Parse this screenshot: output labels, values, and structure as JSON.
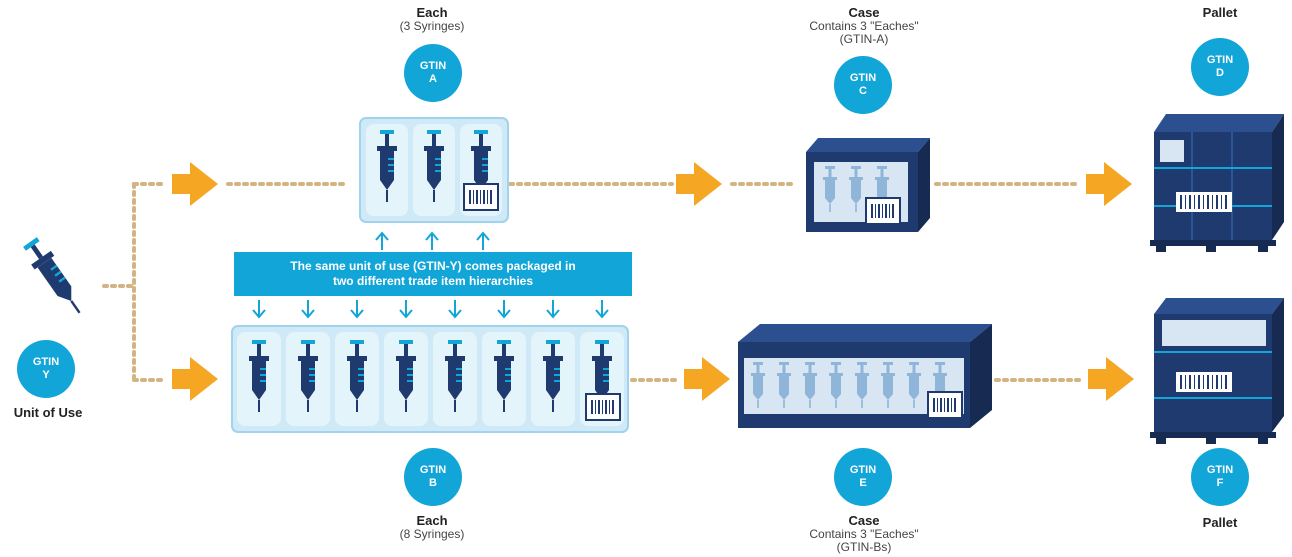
{
  "unit_of_use": {
    "gtin_label": "GTIN",
    "gtin_id": "Y",
    "caption": "Unit of Use"
  },
  "top_row": {
    "each": {
      "title": "Each",
      "subtitle": "(3 Syringes)",
      "gtin_label": "GTIN",
      "gtin_id": "A"
    },
    "case": {
      "title": "Case",
      "subtitle": "Contains 3 \"Eaches\"",
      "subtitle2": "(GTIN-A)",
      "gtin_label": "GTIN",
      "gtin_id": "C"
    },
    "pallet": {
      "title": "Pallet",
      "gtin_label": "GTIN",
      "gtin_id": "D"
    }
  },
  "bottom_row": {
    "each": {
      "title": "Each",
      "subtitle": "(8 Syringes)",
      "gtin_label": "GTIN",
      "gtin_id": "B"
    },
    "case": {
      "title": "Case",
      "subtitle": "Contains 3 \"Eaches\"",
      "subtitle2": "(GTIN-Bs)",
      "gtin_label": "GTIN",
      "gtin_id": "E"
    },
    "pallet": {
      "title": "Pallet",
      "gtin_label": "GTIN",
      "gtin_id": "F"
    }
  },
  "banner": {
    "line1": "The same unit of use (GTIN-Y) comes packaged in",
    "line2": "two different trade item hierarchies"
  },
  "colors": {
    "accent": "#12a6d8",
    "arrow": "#f5a623",
    "navy": "#1f3a6e",
    "dots": "#d4b483",
    "pack_light": "#cfe9f6"
  }
}
